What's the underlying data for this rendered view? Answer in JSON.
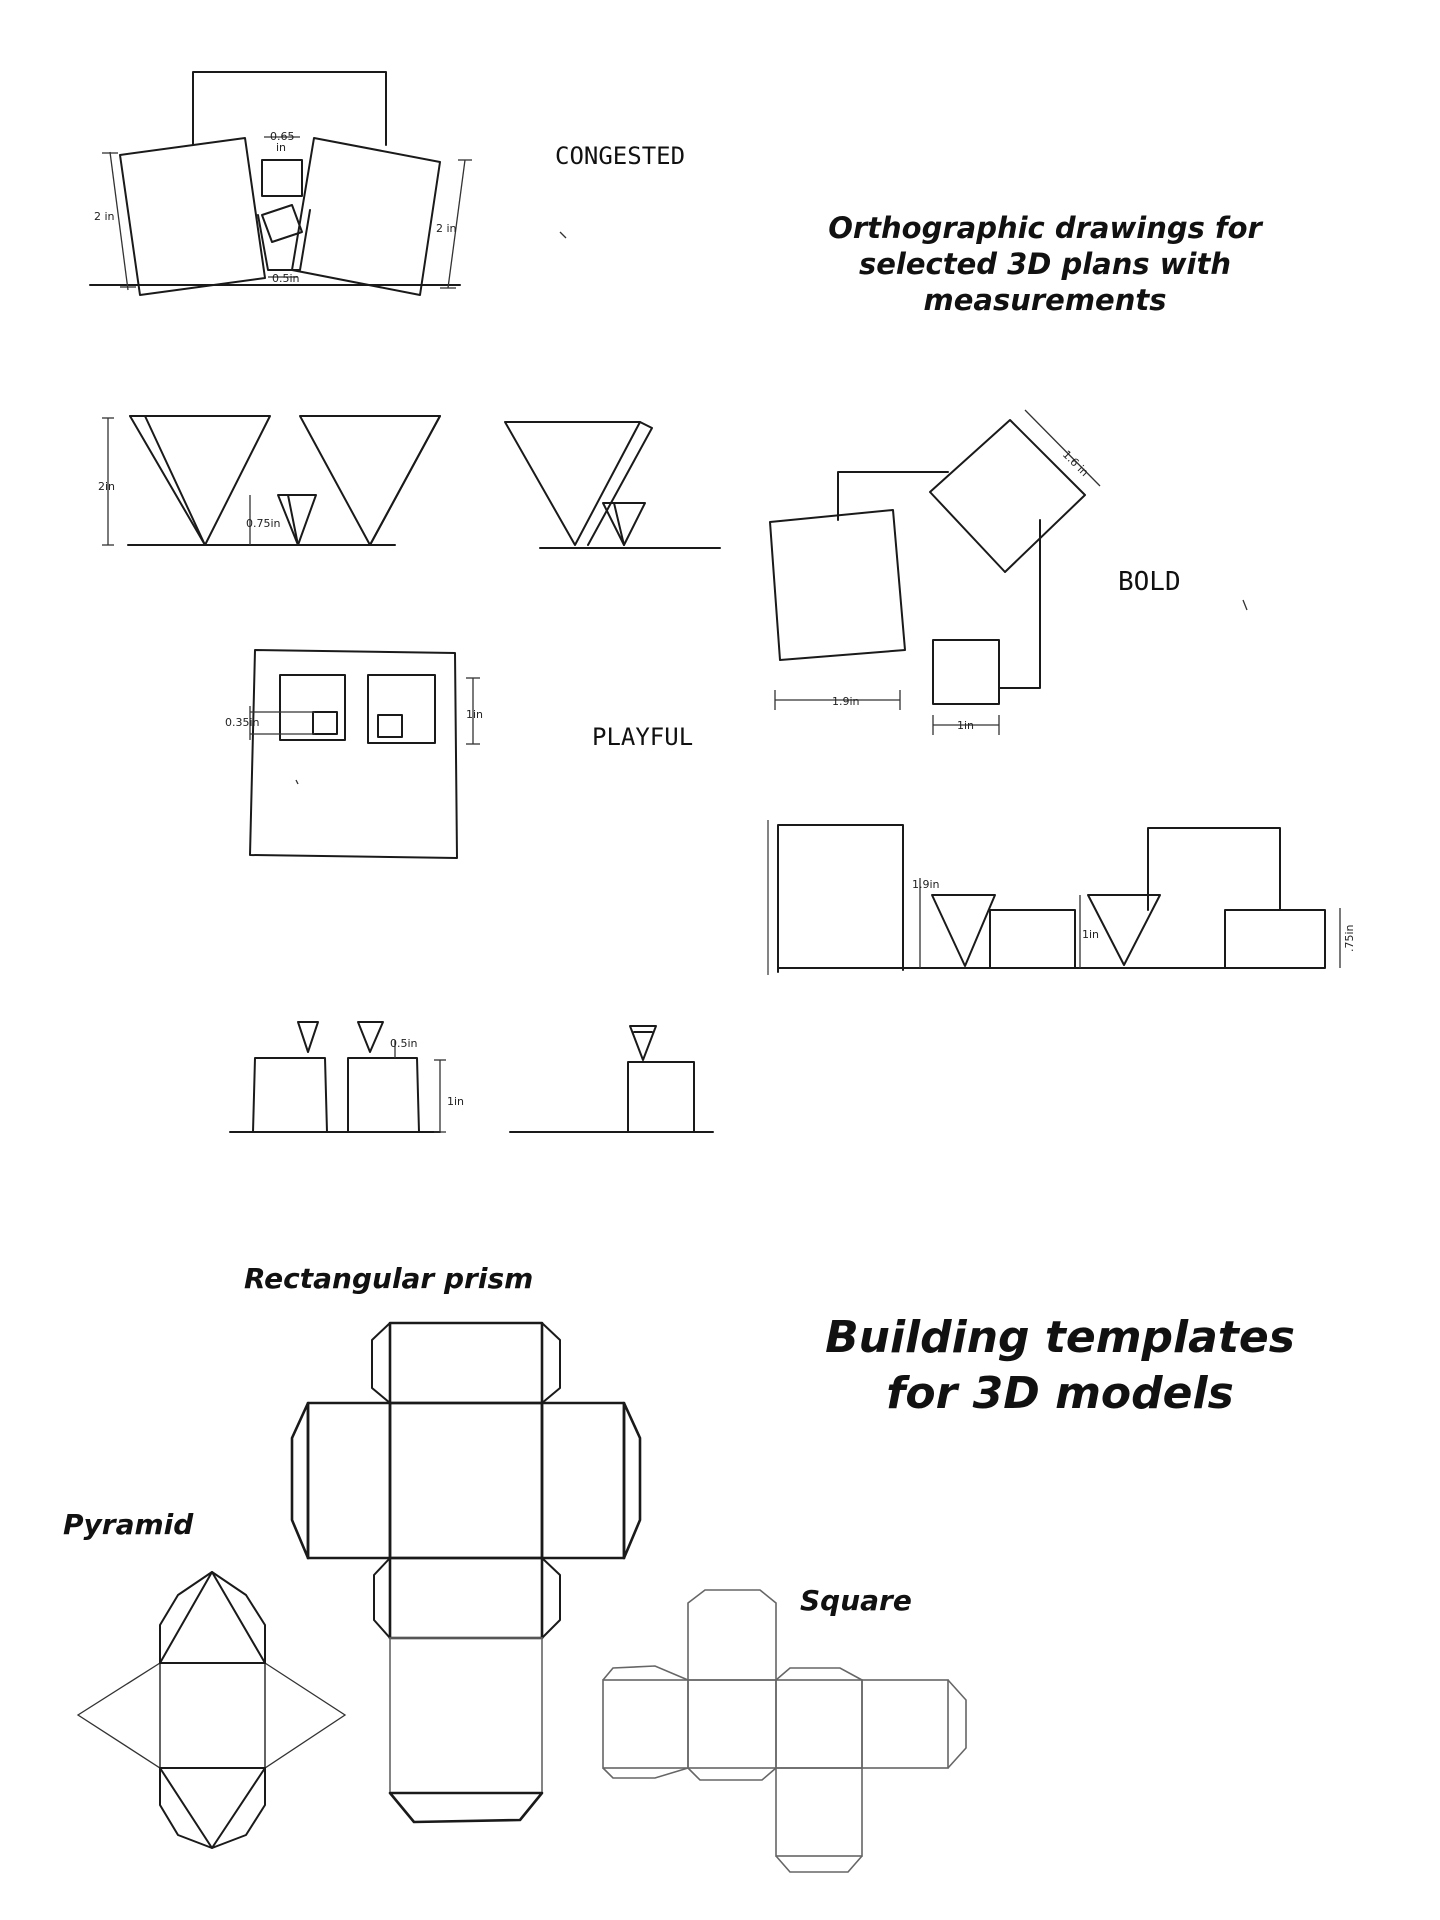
{
  "headings": {
    "orthographic": [
      "Orthographic drawings for",
      "selected 3D plans with",
      "measurements"
    ],
    "templates": [
      "Building templates",
      "for 3D models"
    ]
  },
  "plan_labels": {
    "congested": "CONGESTED",
    "bold": "BOLD",
    "playful": "PLAYFUL"
  },
  "template_labels": {
    "rect_prism": "Rectangular prism",
    "pyramid": "Pyramid",
    "square": "Square"
  },
  "measurements": {
    "congested_left_height": "2 in",
    "congested_right_height": "2 in",
    "congested_small_square_a": "0.65",
    "congested_small_square_b": "in",
    "congested_gap": "0.5in",
    "congested_elev_height": "2in",
    "congested_elev_small": "0.75in",
    "bold_tilted_square": "1.6 in",
    "bold_left_width": "1.9in",
    "bold_small_width": "1in",
    "bold_elev_tall": "1.9in",
    "bold_elev_mid": "1in",
    "bold_elev_right": ".75in",
    "playful_inner": "0.35in",
    "playful_box": "1in",
    "playful_triangle": "0.5in",
    "playful_elev_height": "1in"
  }
}
